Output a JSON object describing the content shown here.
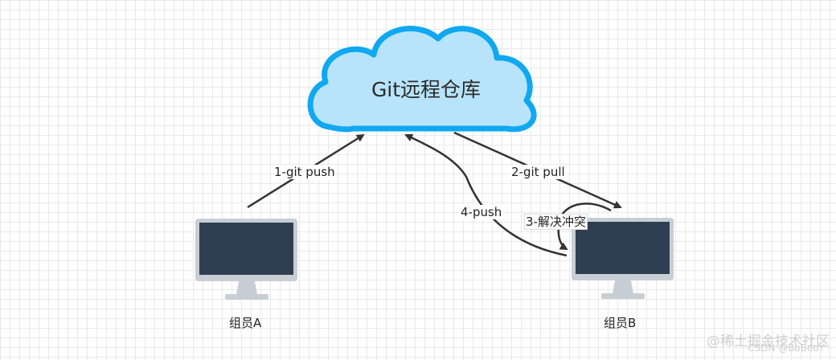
{
  "cloud": {
    "label": "Git远程仓库"
  },
  "arrows": {
    "push1": "1-git push",
    "pull2": "2-git pull",
    "resolve3": "3-解决冲突",
    "push4": "4-push"
  },
  "members": {
    "a": "组员A",
    "b": "组员B"
  },
  "watermark": {
    "line1": "@稀土掘金技术社区",
    "line2": "CSDN @BoBooY"
  },
  "colors": {
    "cloud_fill": "#b8e4fb",
    "cloud_stroke": "#10a8f0",
    "arrow": "#333333",
    "monitor_screen": "#2f3f52",
    "monitor_frame": "#c8ced5"
  }
}
